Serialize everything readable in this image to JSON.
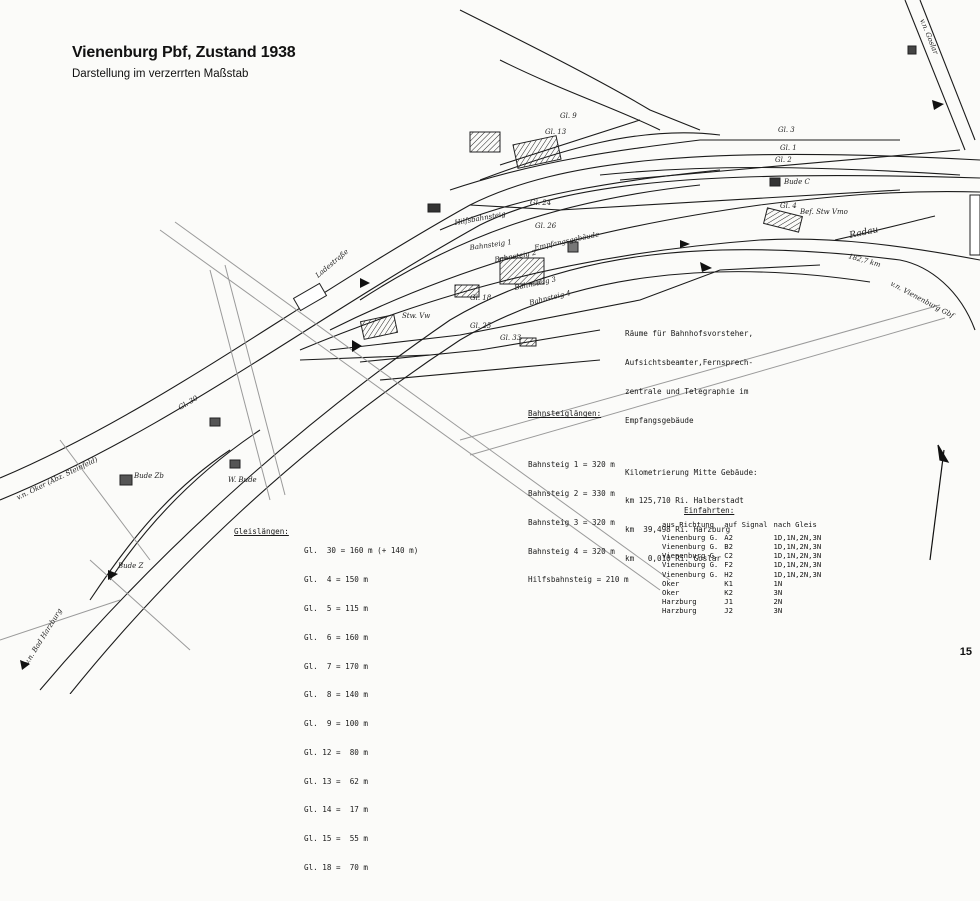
{
  "title": "Vienenburg Pbf, Zustand 1938",
  "subtitle": "Darstellung im verzerrten Maßstab",
  "rooms_note": [
    "Räume für Bahnhofsvorsteher,",
    "Aufsichtsbeamter,Fernsprech-",
    "zentrale und Telegraphie im",
    "Empfangsgebäude"
  ],
  "km_heading": "Kilometrierung Mitte Gebäude:",
  "km_rows": [
    "km 125,710 Ri. Halberstadt",
    "km  39,498 Ri. Harzburg",
    "km   0,010 Ri. Goslar"
  ],
  "platforms": {
    "heading": "Bahnsteiglängen:",
    "rows": [
      "Bahnsteig 1 = 320 m",
      "Bahnsteig 2 = 330 m",
      "Bahnsteig 3 = 320 m",
      "Bahnsteig 4 = 320 m",
      "Hilfsbahnsteig = 210 m"
    ]
  },
  "tracks": {
    "heading": "Gleislängen:",
    "rows": [
      "Gl.  30 = 160 m (+ 140 m)",
      "Gl.  4 = 150 m",
      "Gl.  5 = 115 m",
      "Gl.  6 = 160 m",
      "Gl.  7 = 170 m",
      "Gl.  8 = 140 m",
      "Gl.  9 = 100 m",
      "Gl. 12 =  80 m",
      "Gl. 13 =  62 m",
      "Gl. 14 =  17 m",
      "Gl. 15 =  55 m",
      "Gl. 18 =  70 m"
    ]
  },
  "entries": {
    "heading": "Einfahrten:",
    "col1": "aus Richtung",
    "col2": "auf Signal",
    "col3": "nach Gleis",
    "rows": [
      [
        "Vienenburg G.",
        "A2",
        "1D,1N,2N,3N"
      ],
      [
        "Vienenburg G.",
        "B2",
        "1D,1N,2N,3N"
      ],
      [
        "Vienenburg G.",
        "C2",
        "1D,1N,2N,3N"
      ],
      [
        "Vienenburg G.",
        "F2",
        "1D,1N,2N,3N"
      ],
      [
        "Vienenburg G.",
        "H2",
        "1D,1N,2N,3N"
      ],
      [
        "Oker",
        "K1",
        "1N"
      ],
      [
        "Oker",
        "K2",
        "3N"
      ],
      [
        "Harzburg",
        "J1",
        "2N"
      ],
      [
        "Harzburg",
        "J2",
        "3N"
      ]
    ]
  },
  "labels": {
    "goslar": "v.n. Goslar",
    "vienenburg_gbf": "v.n. Vienenburg Gbf",
    "oker": "v.n. Oker (Abz. Steinfeld)",
    "harzburg": "v.n. Bad Harzburg",
    "radau": "Radau",
    "gleis_1": "Gl. 1",
    "gleis_2": "Gl. 2",
    "gleis_3": "Gl. 3",
    "gleis_4": "Gl. 4",
    "gleis_9": "Gl. 9",
    "gleis_13": "Gl. 13",
    "gleis_24": "Gl. 24",
    "gleis_25": "Gl. 25",
    "gleis_26": "Gl. 26",
    "gleis_18": "Gl. 18",
    "gleis_30": "Gl. 30",
    "gleis_33": "Gl. 33",
    "hilfsbahnsteig": "Hilfsbahnsteig",
    "bahnsteig_1": "Bahnsteig 1",
    "bahnsteig_2": "Bahnsteig 2",
    "bahnsteig_3": "Bahnsteig 3",
    "bahnsteig_4": "Bahnsteig 4",
    "empfangsgebaeude": "Empfangsgebäude",
    "ladestrasse": "Ladestraße",
    "stw_vw": "Stw. Vw",
    "bef_stw_vmo": "Bef. Stw Vmo",
    "bude_c": "Bude C",
    "bude_w": "W. Bude",
    "bude_z": "Bude Z",
    "bude_zb": "Bude Zb",
    "km_182": "182,7 km"
  },
  "page_number": "15"
}
